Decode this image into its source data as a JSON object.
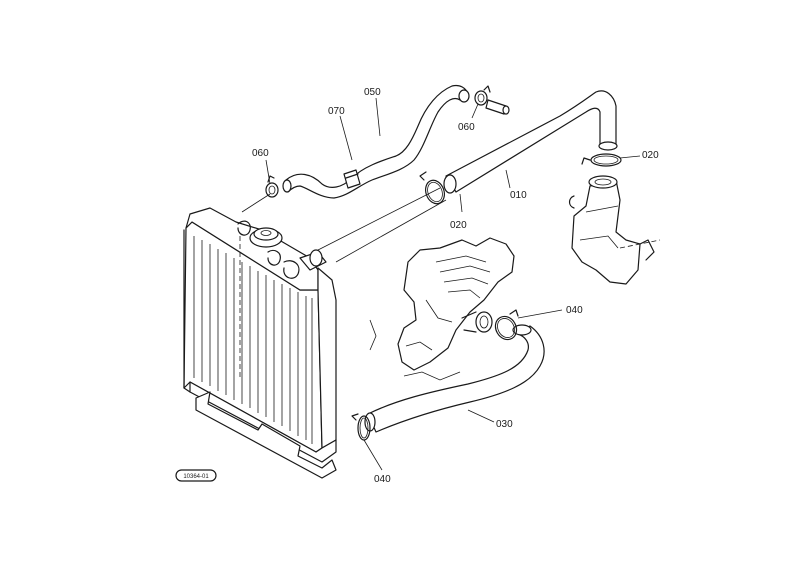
{
  "parts": {
    "p010": "010",
    "p020a": "020",
    "p020b": "020",
    "p030": "030",
    "p040a": "040",
    "p040b": "040",
    "p050": "050",
    "p060a": "060",
    "p060b": "060",
    "p070": "070"
  },
  "reference_code": "10364-01"
}
